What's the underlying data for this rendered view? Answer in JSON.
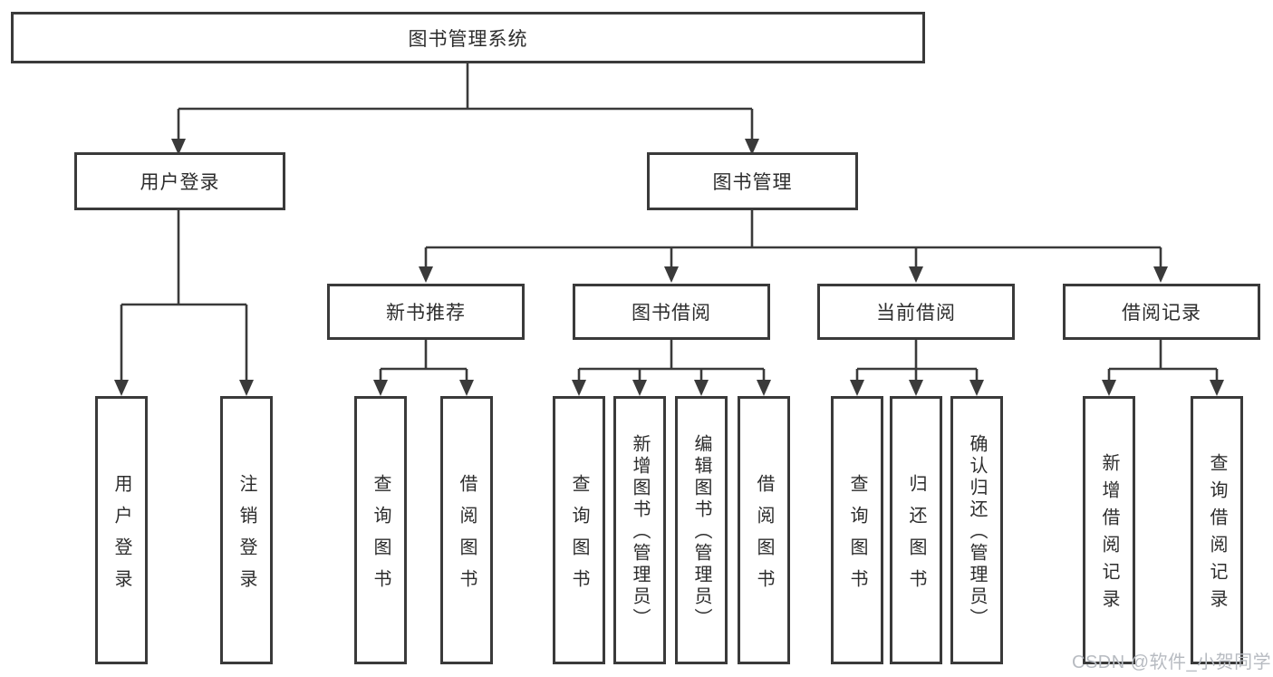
{
  "title": "图书管理系统",
  "level2": {
    "user": {
      "label": "用户登录"
    },
    "books": {
      "label": "图书管理"
    }
  },
  "modules": {
    "recommend": {
      "label": "新书推荐"
    },
    "borrow": {
      "label": "图书借阅"
    },
    "current": {
      "label": "当前借阅"
    },
    "records": {
      "label": "借阅记录"
    }
  },
  "leaves": {
    "user": [
      {
        "label": "用户登录"
      },
      {
        "label": "注销登录"
      }
    ],
    "recommend": [
      {
        "label": "查询图书"
      },
      {
        "label": "借阅图书"
      }
    ],
    "borrow": [
      {
        "label": "查询图书"
      },
      {
        "label": "新增图书（管理员）"
      },
      {
        "label": "编辑图书（管理员）"
      },
      {
        "label": "借阅图书"
      }
    ],
    "current": [
      {
        "label": "查询图书"
      },
      {
        "label": "归还图书"
      },
      {
        "label": "确认归还（管理员）"
      }
    ],
    "records": [
      {
        "label": "新增借阅记录"
      },
      {
        "label": "查询借阅记录"
      }
    ]
  },
  "watermark": "CSDN @软件_小贺同学",
  "colors": {
    "line": "#3a3a3a",
    "text": "#2d2d2d",
    "watermark": "#b7bbc1",
    "background": "#ffffff"
  }
}
